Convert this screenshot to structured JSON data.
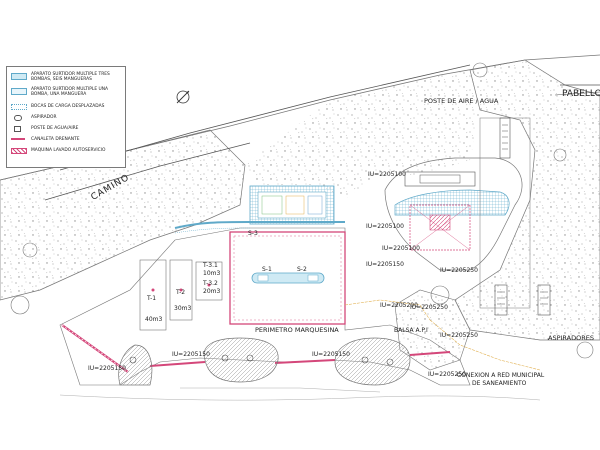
{
  "legend": {
    "items": [
      {
        "label": "APARATO SURTIDOR MULTIPLE TRES BOMBAS, SEIS MANGUERAS",
        "symbol": "pump-multi-symbol"
      },
      {
        "label": "APARATO SURTIDOR MULTIPLE UNA BOMBA, UNA MANGUERA",
        "symbol": "pump-single-symbol"
      },
      {
        "label": "BOCAS DE CARGA DESPLAZADAS",
        "symbol": "offset-fill-ports-symbol"
      },
      {
        "label": "ASPIRADOR",
        "symbol": "vacuum-symbol"
      },
      {
        "label": "POSTE DE AGUA/AIRE",
        "symbol": "air-water-post-symbol"
      },
      {
        "label": "CANALETA DRENANTE",
        "symbol": "drain-channel-symbol"
      },
      {
        "label": "MAQUINA LAVADO AUTOSERVICIO",
        "symbol": "wash-machine-symbol"
      }
    ]
  },
  "labels": {
    "camino": "CAMINO",
    "pabellon": "PABELLO",
    "poste_aire_agua": "POSTE DE AIRE / AGUA",
    "aspiradores": "ASPIRADORES",
    "s3": "S-3",
    "s1": "S-1",
    "s2": "S-2",
    "perimetro": "PERIMETRO MARQUESINA",
    "balsa": "BALSA A.P.I",
    "conexion_line1": "CONEXION A RED MUNICIPAL",
    "conexion_line2": "DE SANEAMIENTO",
    "t1": "T-1",
    "t2": "T-2",
    "t31": "T-3.1",
    "t32": "T-3.2",
    "vol_t1": "40m3",
    "vol_t2": "30m3",
    "vol_t31": "10m3",
    "vol_t32": "20m3",
    "iu_a": "IU=2205100",
    "iu_b": "IU=2205100",
    "iu_c": "IU=2205150",
    "iu_d": "IU=2205250",
    "iu_e": "IU=2205250",
    "iu_f": "IU=2205250",
    "iu_g": "IU=2205150",
    "iu_h": "IU=2205150",
    "iu_i": "IU=2205150",
    "iu_j": "IU=2205200",
    "iu_k": "IU=2205100",
    "iu_l": "IU=2205250"
  },
  "colors": {
    "drain": "#d4477a",
    "wash": "#d4477a",
    "canopy": "#5fa9c9",
    "line": "#555555",
    "terrain": "#9a9a9a"
  }
}
